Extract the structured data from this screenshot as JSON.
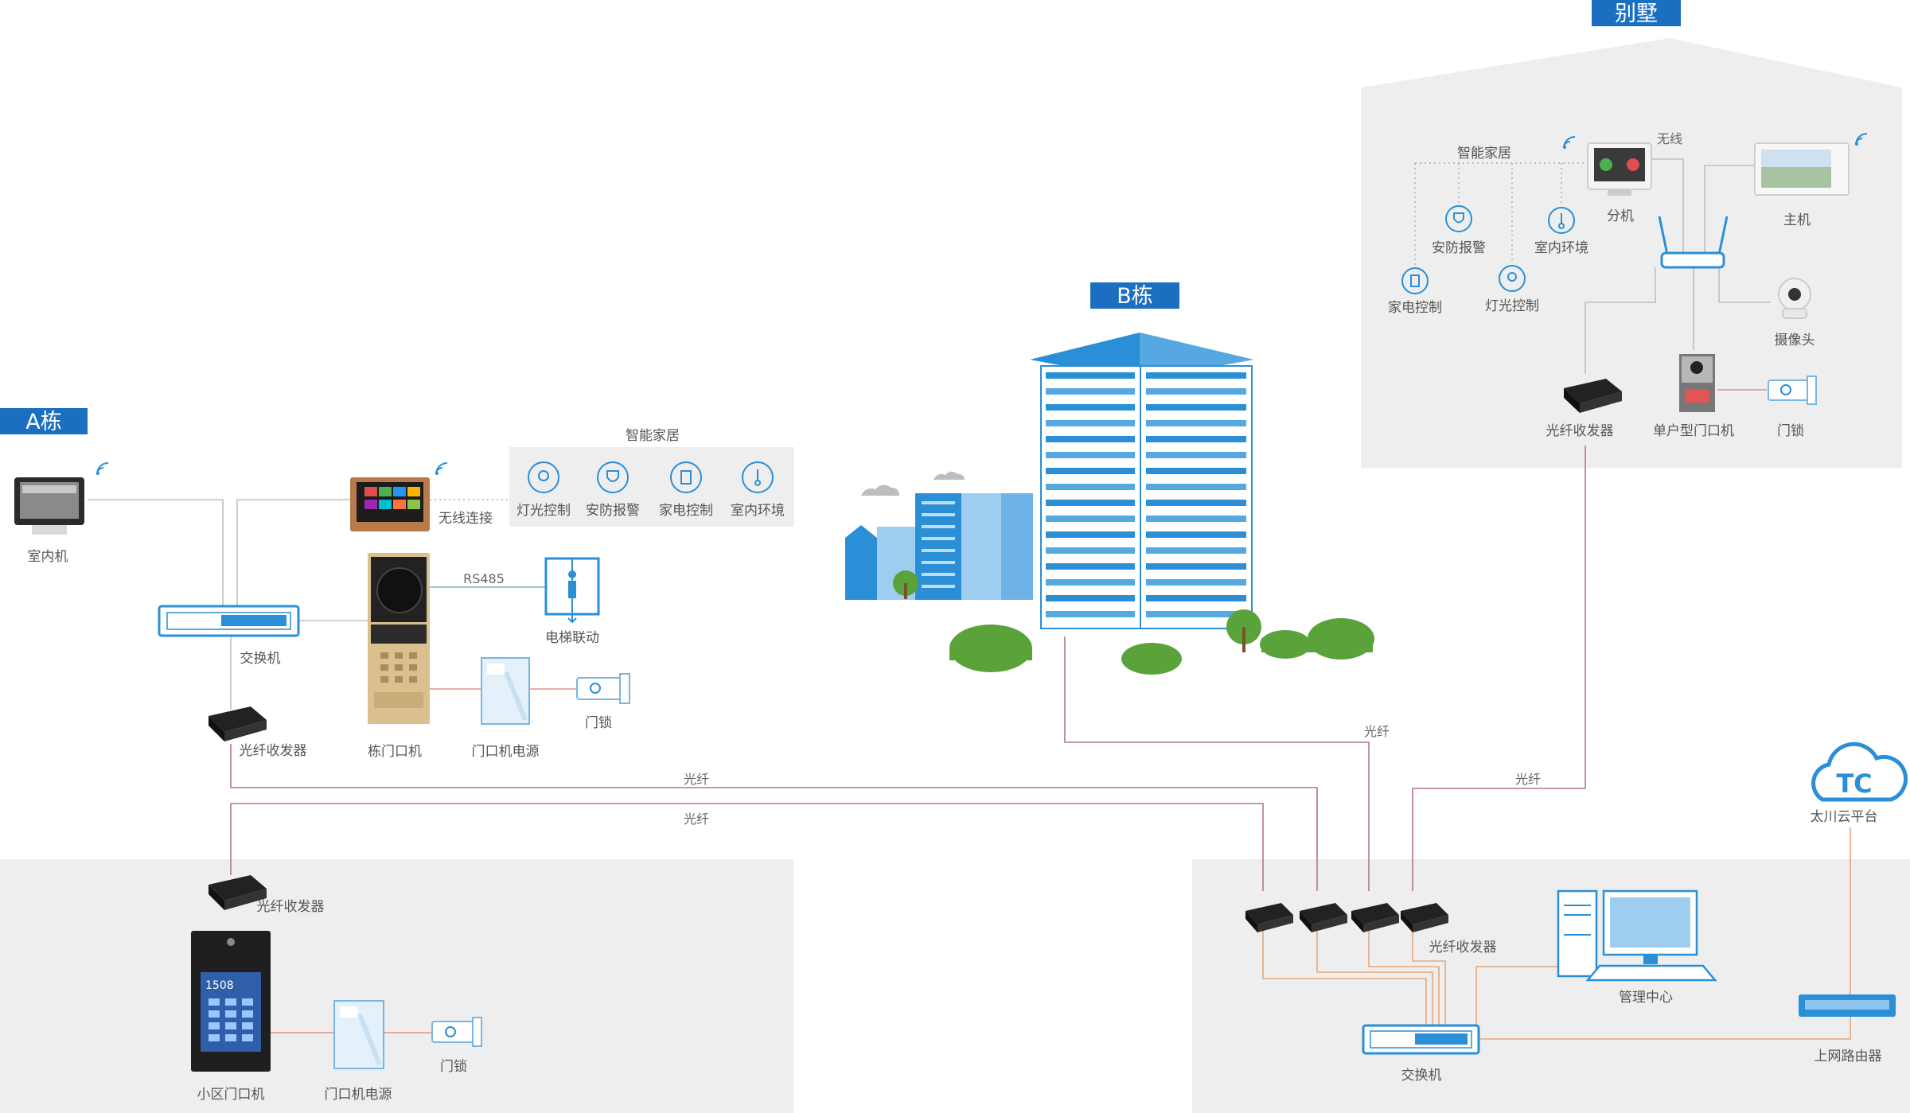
{
  "colors": {
    "accent": "#1a6fc0",
    "panel_bg": "#eeeeee",
    "fiber_line": "#b5758f",
    "switch_blue": "#2a8fd6",
    "cloud_blue": "#2a8fd6"
  },
  "buildings": {
    "a": "A栋",
    "b": "B栋",
    "villa": "别墅"
  },
  "a_building": {
    "indoor_unit": "室内机",
    "wireless_connection": "无线连接",
    "smart_home_title": "智能家居",
    "smart_home_items": [
      "灯光控制",
      "安防报警",
      "家电控制",
      "室内环境"
    ],
    "switch": "交换机",
    "rs485": "RS485",
    "elevator": "电梯联动",
    "lock": "门锁",
    "fiber_transceiver": "光纤收发器",
    "building_door_station": "栋门口机",
    "door_power": "门口机电源"
  },
  "villa_section": {
    "smart_home_title": "智能家居",
    "wireless": "无线",
    "extension": "分机",
    "master": "主机",
    "security_alarm": "安防报警",
    "indoor_env": "室内环境",
    "appliance_control": "家电控制",
    "light_control": "灯光控制",
    "camera": "摄像头",
    "fiber_transceiver": "光纤收发器",
    "single_door_station": "单户型门口机",
    "lock": "门锁"
  },
  "links": {
    "fiber_1": "光纤",
    "fiber_2": "光纤",
    "fiber_b": "光纤",
    "fiber_villa": "光纤"
  },
  "community": {
    "fiber_transceiver": "光纤收发器",
    "community_door_station": "小区门口机",
    "door_power": "门口机电源",
    "lock": "门锁",
    "door_screen_number": "1508"
  },
  "center": {
    "fiber_transceiver": "光纤收发器",
    "management_center": "管理中心",
    "switch": "交换机",
    "router": "上网路由器",
    "cloud_logo": "TC",
    "cloud_platform": "太川云平台"
  }
}
